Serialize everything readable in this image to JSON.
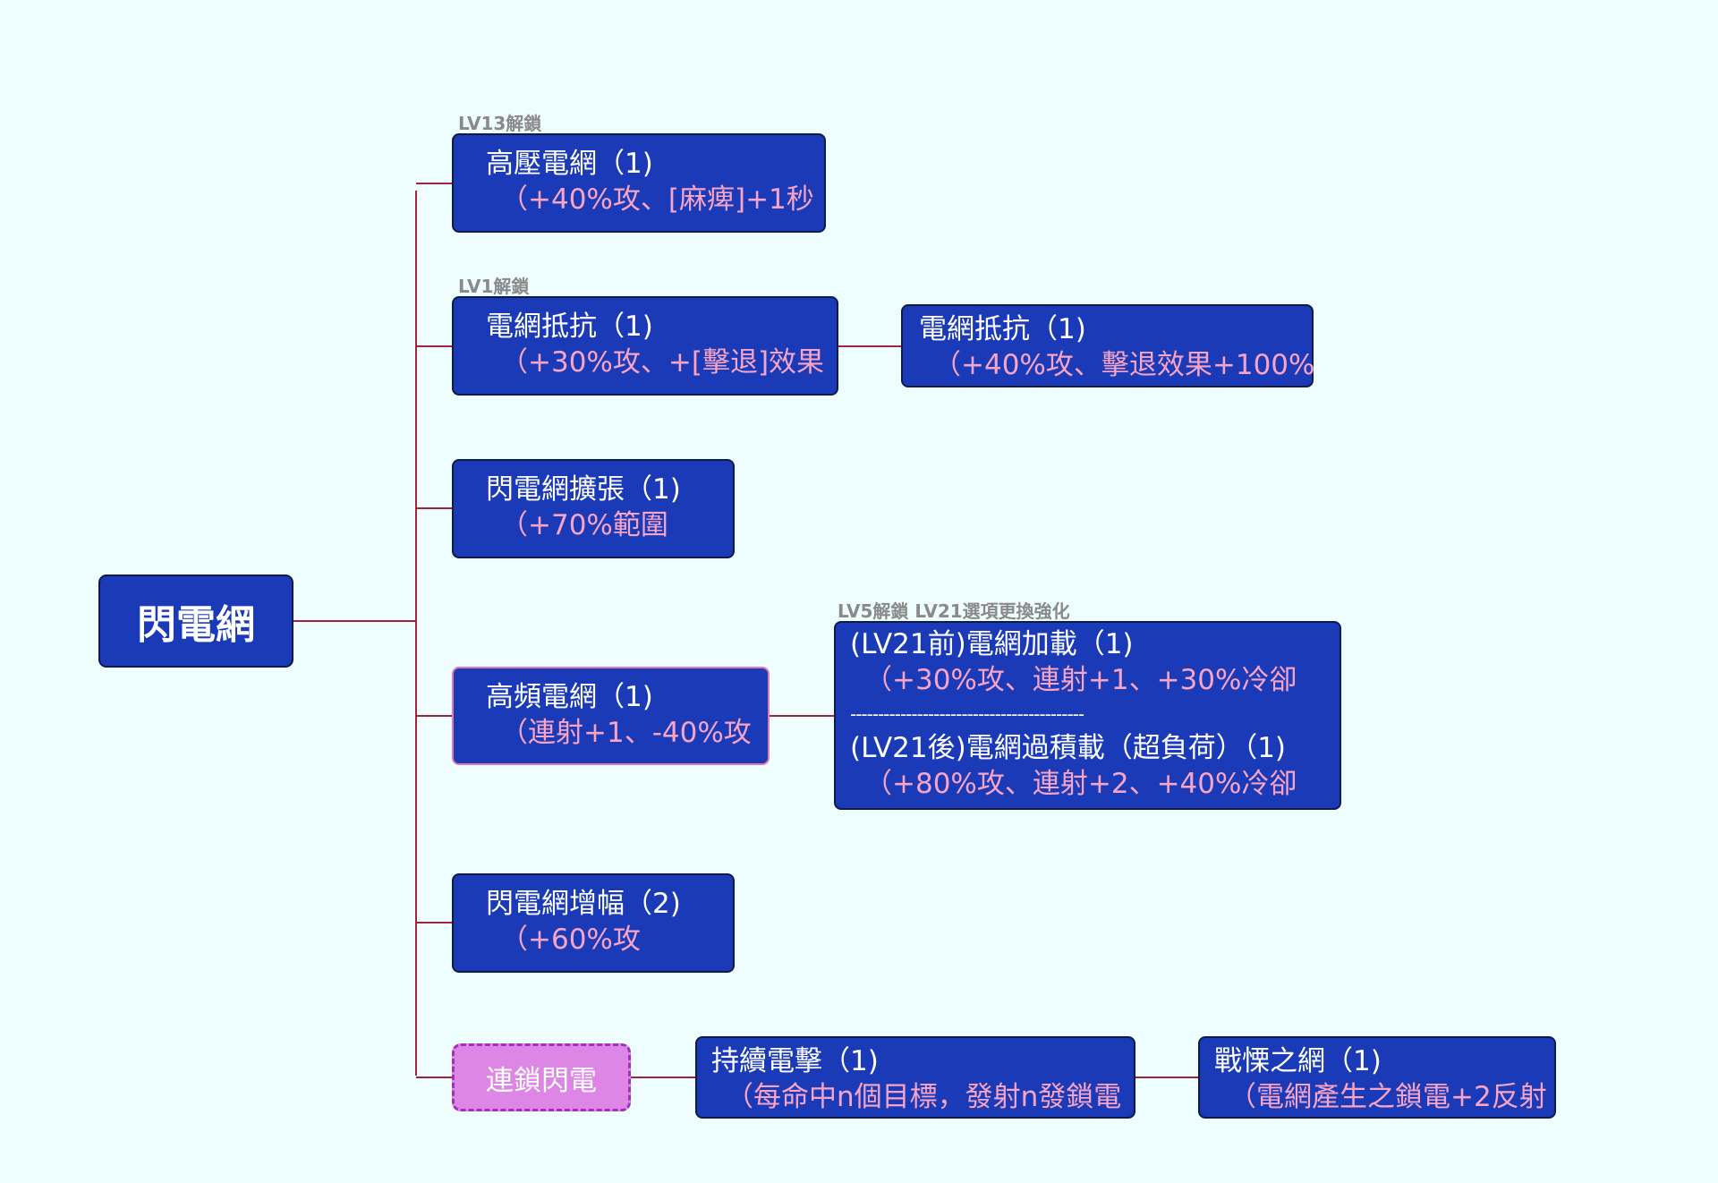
{
  "root": {
    "label": "閃電網"
  },
  "colors": {
    "node_fill": "#1a3ab8",
    "connector": "#a0243a",
    "detail_text": "#f7a4c6",
    "highlight_fill": "#dd86e6"
  },
  "branches": [
    {
      "note": "LV13解鎖",
      "title": "高壓電網（1)",
      "detail": "（+40%攻、[麻痺]+1秒"
    },
    {
      "note": "LV1解鎖",
      "title": "電網抵抗（1)",
      "detail": "（+30%攻、+[擊退]效果",
      "child": {
        "title": "電網抵抗（1)",
        "detail": "（+40%攻、擊退效果+100%"
      }
    },
    {
      "title": "閃電網擴張（1)",
      "detail": "（+70%範圍"
    },
    {
      "title": "高頻電網（1)",
      "detail": "（連射+1、-40%攻",
      "child": {
        "note": "LV5解鎖  LV21選項更換強化",
        "title_before": "(LV21前)電網加載（1)",
        "detail_before": "（+30%攻、連射+1、+30%冷卻",
        "separator": "------------------------------------------",
        "title_after": "(LV21後)電網過積載（超負荷）（1)",
        "detail_after": "（+80%攻、連射+2、+40%冷卻"
      }
    },
    {
      "title": "閃電網增幅（2)",
      "detail": "（+60%攻"
    },
    {
      "title": "連鎖閃電",
      "child": {
        "title": "持續電擊（1)",
        "detail": "（每命中n個目標，發射n發鎖電"
      },
      "grandchild": {
        "title": "戰慄之網（1)",
        "detail": "（電網產生之鎖電+2反射"
      }
    }
  ]
}
